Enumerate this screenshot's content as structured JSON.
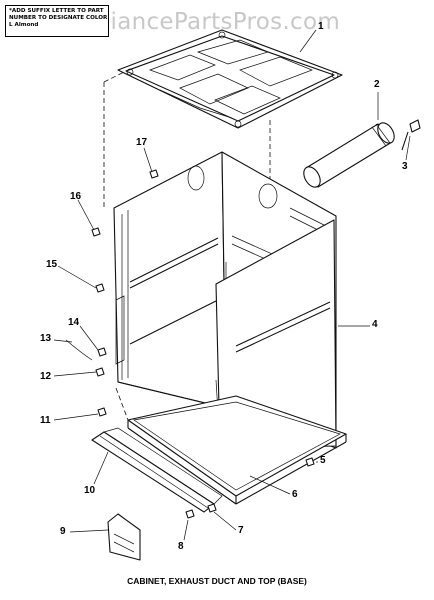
{
  "watermark": "AppliancePartsPros.com",
  "note": {
    "lines": [
      "*ADD SUFFIX LETTER TO PART",
      "NUMBER TO DESIGNATE COLOR",
      "L Almond"
    ]
  },
  "caption": "CABINET, EXHAUST DUCT AND TOP (BASE)",
  "callouts": [
    "1",
    "2",
    "3",
    "4",
    "5",
    "6",
    "7",
    "8",
    "9",
    "10",
    "11",
    "12",
    "13",
    "14",
    "15",
    "16",
    "17"
  ]
}
